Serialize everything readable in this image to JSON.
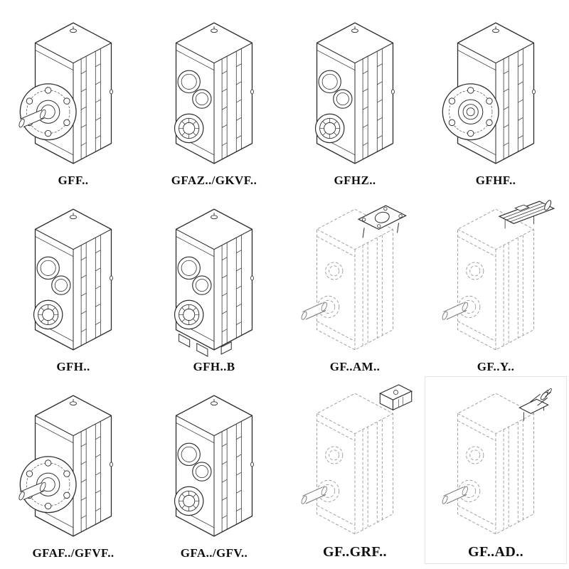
{
  "page": {
    "background": "#ffffff",
    "line_color": "#2e2e2e",
    "phantom_line_color": "#9a9a9a"
  },
  "grid": {
    "items": [
      {
        "label": "GFF..",
        "drawing": "gearbox-flange-shaft-icon"
      },
      {
        "label": "GFAZ../GKVF..",
        "drawing": "gearbox-hollow-shaft-icon"
      },
      {
        "label": "GFHZ..",
        "drawing": "gearbox-hollow-shaft-icon"
      },
      {
        "label": "GFHF..",
        "drawing": "gearbox-flange-hollow-icon"
      },
      {
        "label": "GFH..",
        "drawing": "gearbox-hollow-shaft-icon"
      },
      {
        "label": "GFH..B",
        "drawing": "gearbox-foot-mounted-icon"
      },
      {
        "label": "GF..AM..",
        "drawing": "gearbox-phantom-adapter-icon"
      },
      {
        "label": "GF..Y..",
        "drawing": "gearbox-phantom-motor-icon"
      },
      {
        "label": "GFAF../GFVF..",
        "drawing": "gearbox-flange-shaft-icon"
      },
      {
        "label": "GFA../GFV..",
        "drawing": "gearbox-hollow-shaft-icon"
      },
      {
        "label": "GF..GRF..",
        "drawing": "gearbox-phantom-grf-icon"
      },
      {
        "label": "GF..AD..",
        "drawing": "gearbox-phantom-input-shaft-icon"
      }
    ]
  }
}
